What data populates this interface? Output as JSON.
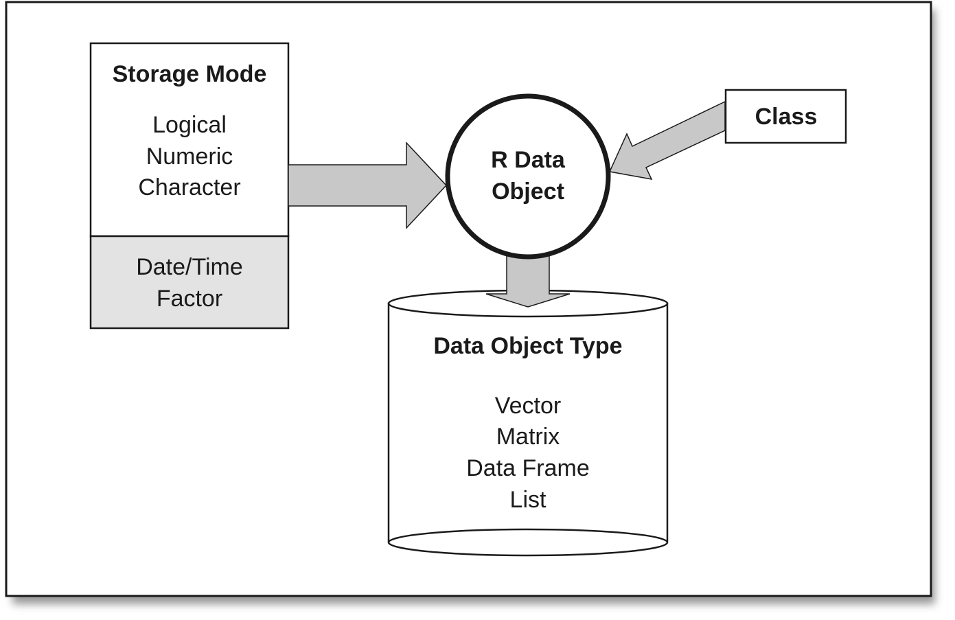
{
  "colors": {
    "frame_border": "#1a1a1a",
    "frame_shadow": "#9a9a9a",
    "arrow_fill": "#c8c8c8",
    "secondary_box_fill": "#e3e3e3",
    "stroke": "#1a1a1a"
  },
  "storage_mode": {
    "title": "Storage Mode",
    "items": [
      "Logical",
      "Numeric",
      "Character"
    ],
    "secondary_items": [
      "Date/Time",
      "Factor"
    ]
  },
  "r_data_object": {
    "line1": "R Data",
    "line2": "Object"
  },
  "class_box": {
    "label": "Class"
  },
  "data_object_type": {
    "title": "Data Object Type",
    "items": [
      "Vector",
      "Matrix",
      "Data Frame",
      "List"
    ]
  }
}
